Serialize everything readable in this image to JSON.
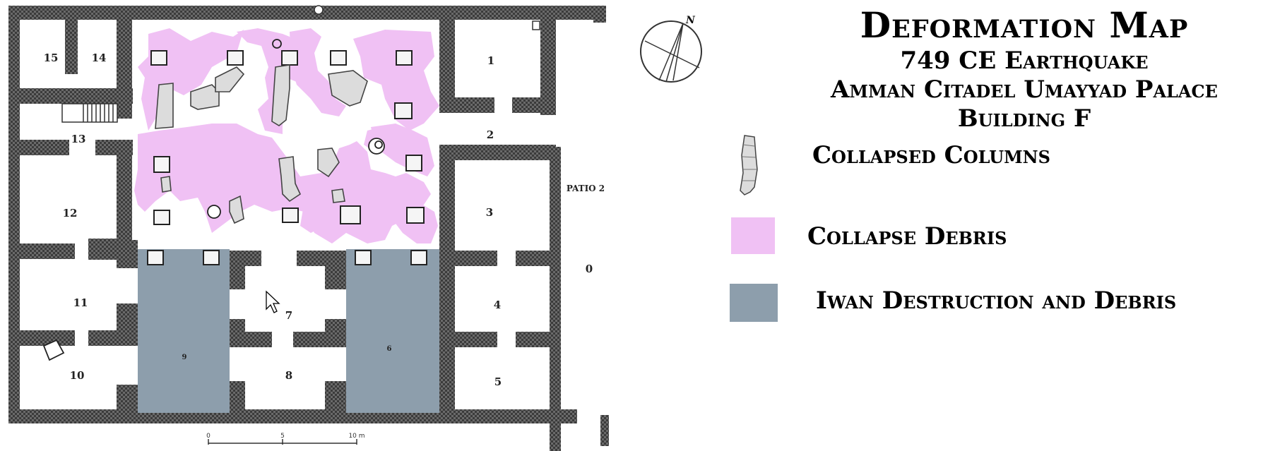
{
  "title": "Deformation Map",
  "subtitle_1": "749 CE Earthquake",
  "subtitle_2": "Amman Citadel Umayyad Palace",
  "subtitle_3": "Building F",
  "legend": [
    {
      "label": "Collapsed Columns",
      "icon": "column-icon"
    },
    {
      "label": "Collapse Debris",
      "color": "#f0c1f4"
    },
    {
      "label": "Iwan Destruction and Debris",
      "color": "#8d9eac"
    }
  ],
  "compass_label": "N",
  "rooms": {
    "r1": "1",
    "r2": "2",
    "r3": "3",
    "r4": "4",
    "r5": "5",
    "r6": "6",
    "r7": "7",
    "r8": "8",
    "r9": "9",
    "r10": "10",
    "r11": "11",
    "r12": "12",
    "r13": "13",
    "r14": "14",
    "r15": "15"
  },
  "patio_label": "PATIO 2",
  "zero_label": "0",
  "scale": {
    "t0": "0",
    "t5": "5",
    "t10": "10 m"
  },
  "colors": {
    "wall": "#5d5d5d",
    "debris": "#f0c1f4",
    "iwan": "#8d9eac"
  }
}
